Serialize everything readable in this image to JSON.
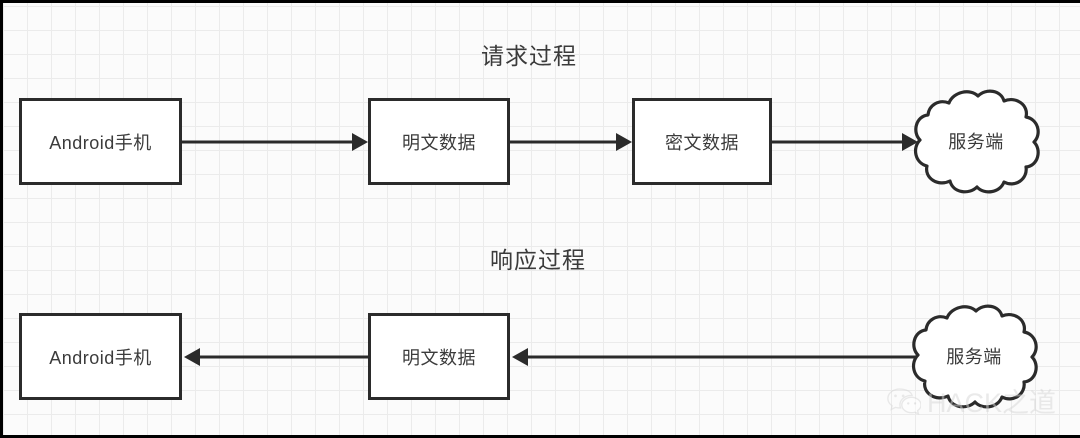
{
  "diagram": {
    "sections": [
      {
        "id": "request",
        "title": "请求过程"
      },
      {
        "id": "response",
        "title": "响应过程"
      }
    ],
    "nodes": {
      "android_1": "Android手机",
      "plaintext_1": "明文数据",
      "ciphertext_1": "密文数据",
      "server_1": "服务端",
      "android_2": "Android手机",
      "plaintext_2": "明文数据",
      "server_2": "服务端"
    },
    "colors": {
      "background": "#fbfbfb",
      "grid_line": "#ebebeb",
      "stroke": "#2b2b2b",
      "text": "#3b3b3b",
      "watermark": "#d6d6d6"
    }
  },
  "watermark": {
    "text": "HACK之道",
    "icon": "wechat-icon"
  }
}
